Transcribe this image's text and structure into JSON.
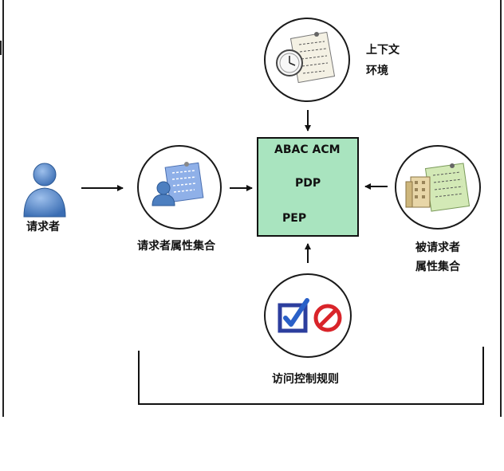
{
  "diagram": {
    "requester_label": "请求者",
    "requester_attrs_label": "请求者属性集合",
    "context_label_line1": "上下文",
    "context_label_line2": "环境",
    "resource_label_line1": "被请求者",
    "resource_label_line2": "属性集合",
    "rules_label": "访问控制规则",
    "acm_box": {
      "title": "ABAC ACM",
      "pdp": "PDP",
      "pep": "PEP"
    },
    "colors": {
      "acm_fill": "#a9e4bf",
      "person_blue": "#4d7fc0",
      "note_blue": "#8fb0e8",
      "note_cream": "#f4f1e4",
      "note_green": "#d3e9b6",
      "check_blue": "#2c3e9e",
      "forbid_red": "#d9242a"
    },
    "icons": [
      "person-icon",
      "clock-note-icon",
      "person-note-icon",
      "building-note-icon",
      "checkbox-icon",
      "forbidden-icon"
    ]
  }
}
